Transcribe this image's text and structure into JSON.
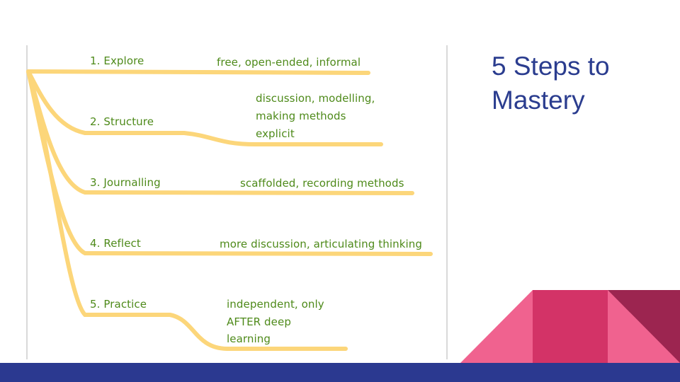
{
  "slide": {
    "title": "5 Steps to Mastery"
  },
  "diagram": {
    "steps": [
      {
        "label": "1. Explore",
        "notes": [
          "free, open-ended, informal"
        ]
      },
      {
        "label": "2. Structure",
        "notes": [
          "discussion, modelling,",
          "making methods",
          "explicit"
        ]
      },
      {
        "label": "3. Journalling",
        "notes": [
          "scaffolded, recording methods"
        ]
      },
      {
        "label": "4. Reflect",
        "notes": [
          "more discussion, articulating thinking"
        ]
      },
      {
        "label": "5. Practice",
        "notes": [
          "independent, only",
          "AFTER deep",
          "learning"
        ]
      }
    ]
  },
  "colors": {
    "branch": "#fcd67a",
    "text": "#4e8a1a",
    "title": "#2b3d8f",
    "bar": "#2b3990",
    "pink_light": "#f0628f",
    "pink_mid": "#d33367",
    "maroon": "#9c2550",
    "divider": "#d9d9d9"
  }
}
